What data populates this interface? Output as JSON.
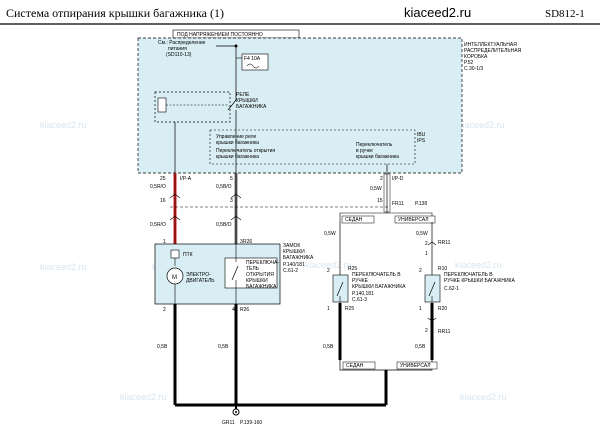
{
  "header": {
    "title": "Система отпирания крышки багажника (1)",
    "site": "kiaceed2.ru",
    "code": "SD812-1"
  },
  "watermark": "kiaceed2.ru",
  "power": {
    "label": "ПОД НАПРЯЖЕНИЕМ ПОСТОЯННО",
    "source_line1": "См.: Распределение",
    "source_line2": "питания",
    "source_line3": "(SD110-13)"
  },
  "module": {
    "line1": "ИНТЕЛЛЕКТУАЛЬНАЯ",
    "line2": "РАСПРЕДЕЛИТЕЛЬНАЯ",
    "line3": "КОРОБКА",
    "ref1": "Р.52",
    "ref2": "С.30-1/3"
  },
  "fuse": {
    "name": "F4 10A"
  },
  "relay": {
    "line1": "РЕЛЕ",
    "line2": "КРЫШКИ",
    "line3": "БАГАЖНИКА"
  },
  "ibu": {
    "name": "IBU",
    "code": "IPS",
    "ctrl1": "Управление реле",
    "ctrl2": "крышки багажника",
    "sw1a": "Переключатель открытия",
    "sw1b": "крышки багажника",
    "sw2a": "Переключатель",
    "sw2b": "в ручке",
    "sw2c": "крышки багажника"
  },
  "connectors": {
    "c1": "I/P-A",
    "c2": "I/P-D",
    "pin_a": "25",
    "pin_b": "5",
    "pin_c": "2",
    "pin_d": "16",
    "pin_e": "3",
    "pin_f": "15"
  },
  "wires": {
    "w1": "0,5R/O",
    "w2": "0,5B/O",
    "w3": "0,5W",
    "w4": "0,5R/O",
    "w5": "0,5B/O",
    "w6": "0,5W",
    "w7": "0,5W",
    "w8": "0,5B",
    "w9": "0,5B",
    "w10": "0,5B",
    "w11": "0,5B"
  },
  "ref_fr11": "FR11",
  "ref_p138": "Р.138",
  "sedan": "СЕДАН",
  "universal": "УНИВЕРСАЛ",
  "lock": {
    "title1": "ЗАМОК",
    "title2": "КРЫШКИ",
    "title3": "БАГАЖНИКА",
    "ref1": "Р.140/181",
    "ref2": "С.61-2",
    "ptk": "ПТК",
    "motor1": "ЭЛЕКТРО-",
    "motor2": "ДВИГАТЕЛЬ",
    "sw1": "ПЕРЕКЛЮЧА-",
    "sw2": "ТЕЛЬ",
    "sw3": "ОТКРЫТИЯ",
    "sw4": "КРЫШКИ",
    "sw5": "БАГАЖНИКА",
    "r26": "R26",
    "pin1": "1",
    "pin2": "3",
    "pin3": "2",
    "pin4": "4"
  },
  "sw_sedan": {
    "line1": "ПЕРЕКЛЮЧАТЕЛЬ В",
    "line2": "РУЧКЕ",
    "line3": "КРЫШКИ БАГАЖНИКА",
    "ref1": "Р.140,181",
    "ref2": "С.61-3",
    "r25a": "R25",
    "r25b": "R25",
    "pin1": "2",
    "pin2": "1"
  },
  "sw_univ": {
    "line1": "ПЕРЕКЛЮЧАТЕЛЬ В",
    "line2": "РУЧКЕ КРЫШКИ БАГАЖНИКА",
    "ref1": "С.62-1",
    "r10": "R10",
    "r20": "R20",
    "rr11a": "RR11",
    "rr11b": "RR11",
    "pin1": "2",
    "pin2": "1",
    "pin3": "2",
    "pin4": "1",
    "pin5": "2"
  },
  "ground": {
    "name": "GR11",
    "ref": "Р.139-160"
  }
}
